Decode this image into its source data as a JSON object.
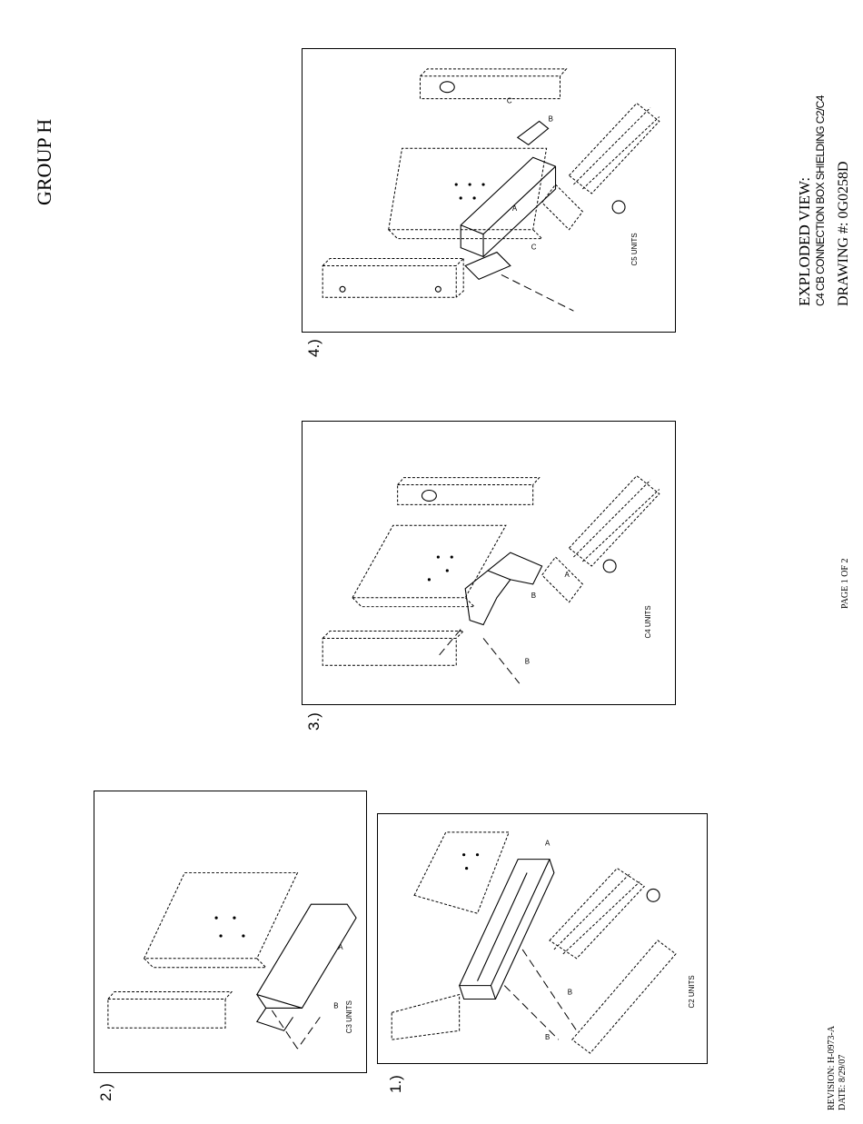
{
  "header": {
    "group": "GROUP H"
  },
  "title_block": {
    "line1": "EXPLODED VIEW:",
    "line2": "C4 CB CONNECTION BOX SHIELDING C2/C4",
    "line3": "DRAWING #: 0G0258D"
  },
  "page": "PAGE 1 OF 2",
  "revision": {
    "revision": "REVISION: H-0973-A",
    "date": "DATE:  8/29/07"
  },
  "panels": [
    {
      "number": "1.)",
      "caption": "C2 UNITS",
      "labels": [
        "A",
        "B",
        "B"
      ]
    },
    {
      "number": "2.)",
      "caption": "C3 UNITS",
      "labels": [
        "A",
        "B"
      ]
    },
    {
      "number": "3.)",
      "caption": "C4 UNITS",
      "labels": [
        "A",
        "B",
        "B"
      ]
    },
    {
      "number": "4.)",
      "caption": "C5 UNITS",
      "labels": [
        "A",
        "B",
        "C",
        "C"
      ]
    }
  ]
}
